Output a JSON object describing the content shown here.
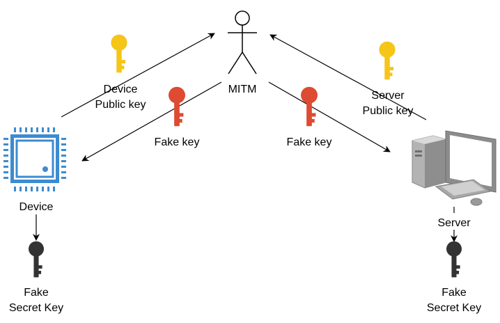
{
  "nodes": {
    "mitm": {
      "label": "MITM"
    },
    "device": {
      "label": "Device"
    },
    "server": {
      "label": "Server"
    }
  },
  "edges": {
    "device_public_key": {
      "label": "Device\nPublic key",
      "key_color": "#F5C518"
    },
    "server_public_key": {
      "label": "Server\nPublic key",
      "key_color": "#F5C518"
    },
    "fake_key_to_device": {
      "label": "Fake key",
      "key_color": "#DD4B32"
    },
    "fake_key_to_server": {
      "label": "Fake key",
      "key_color": "#DD4B32"
    }
  },
  "secrets": {
    "device_secret": {
      "label": "Fake\nSecret Key",
      "key_color": "#333333"
    },
    "server_secret": {
      "label": "Fake\nSecret Key",
      "key_color": "#333333"
    }
  },
  "icons": {
    "device": "microchip-icon",
    "server": "desktop-computer-icon",
    "mitm": "stick-figure-icon"
  },
  "colors": {
    "device_blue": "#3D8BD0",
    "public_key_yellow": "#F5C518",
    "fake_key_red": "#DD4B32",
    "secret_key_dark": "#333333"
  }
}
